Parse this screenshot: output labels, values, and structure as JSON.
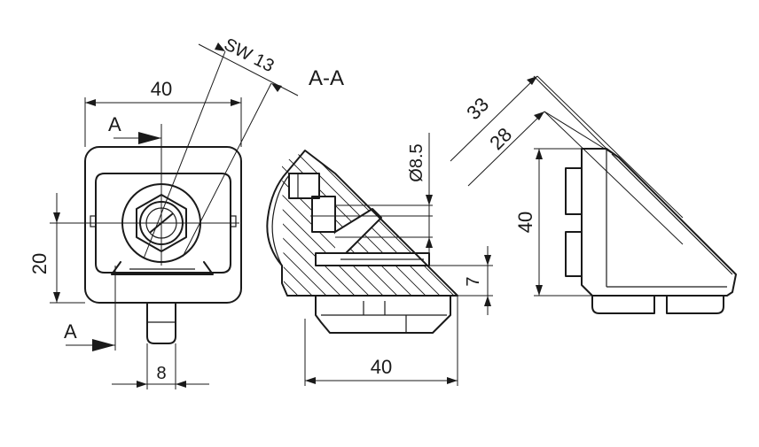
{
  "section_label": "A-A",
  "front_view": {
    "width_dim": "40",
    "height_dim": "20",
    "slot_dim": "8",
    "wrench_size": "SW 13",
    "section_marker_top": "A",
    "section_marker_bottom": "A"
  },
  "section_view": {
    "bore_dim": "Ø8.5",
    "offset_dim": "7",
    "length_dim": "40"
  },
  "side_view": {
    "outer_diagonal_dim": "33",
    "inner_diagonal_dim": "28",
    "height_dim": "40"
  }
}
